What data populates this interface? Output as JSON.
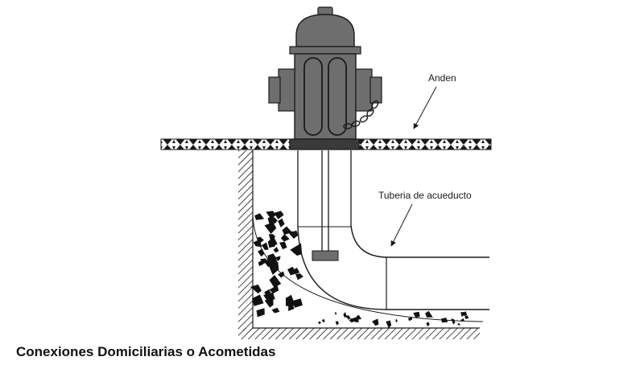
{
  "labels": {
    "sidewalk": "Anden",
    "pipe": "Tuberia de acueducto"
  },
  "caption": "Conexiones Domiciliarias o Acometidas",
  "colors": {
    "hydrant_body": "#6e6e6e",
    "hydrant_dark": "#3a3a3a",
    "line": "#1a1a1a",
    "background": "#ffffff"
  }
}
